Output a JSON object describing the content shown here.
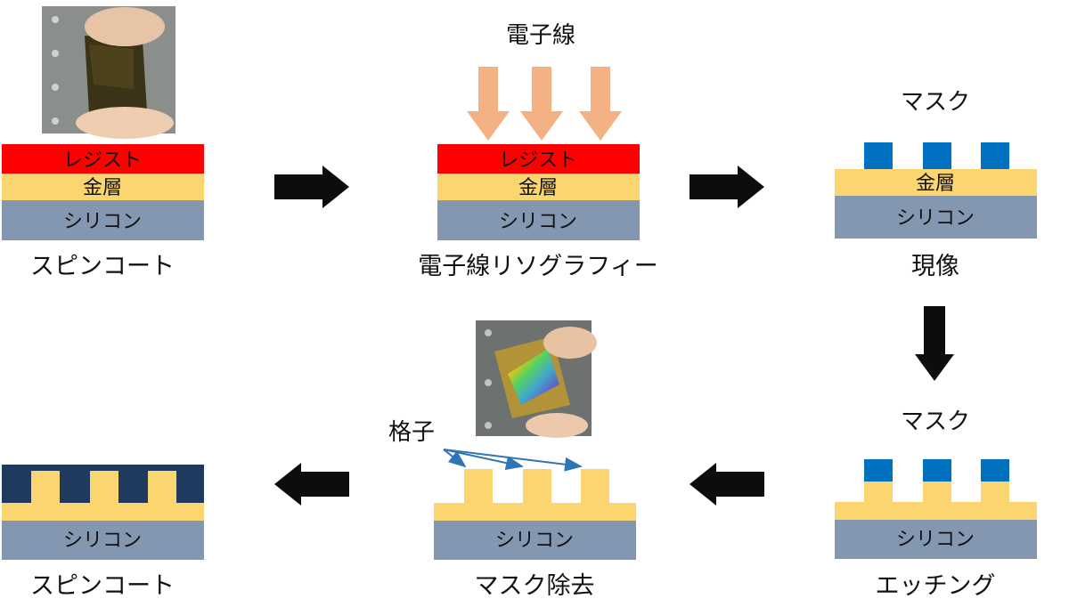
{
  "colors": {
    "resist": "#ff0000",
    "gold": "#fbd670",
    "silicon": "#8497b0",
    "mask": "#0070c0",
    "navy": "#1f3a5f",
    "ebeam": "#f4b183",
    "arrow": "#0d0d0d",
    "pointer": "#2e75b6"
  },
  "layers": {
    "resist": "レジスト",
    "gold": "金層",
    "silicon": "シリコン"
  },
  "steps": [
    {
      "caption": "スピンコート"
    },
    {
      "caption": "電子線リソグラフィー",
      "top_label": "電子線"
    },
    {
      "caption": "現像",
      "top_label": "マスク"
    },
    {
      "caption": "エッチング",
      "top_label": "マスク"
    },
    {
      "caption": "マスク除去",
      "pointer_label": "格子"
    },
    {
      "caption": "スピンコート"
    }
  ],
  "photos": [
    {
      "icon": "sample-photo-dark"
    },
    {
      "icon": "sample-photo-rainbow"
    }
  ]
}
